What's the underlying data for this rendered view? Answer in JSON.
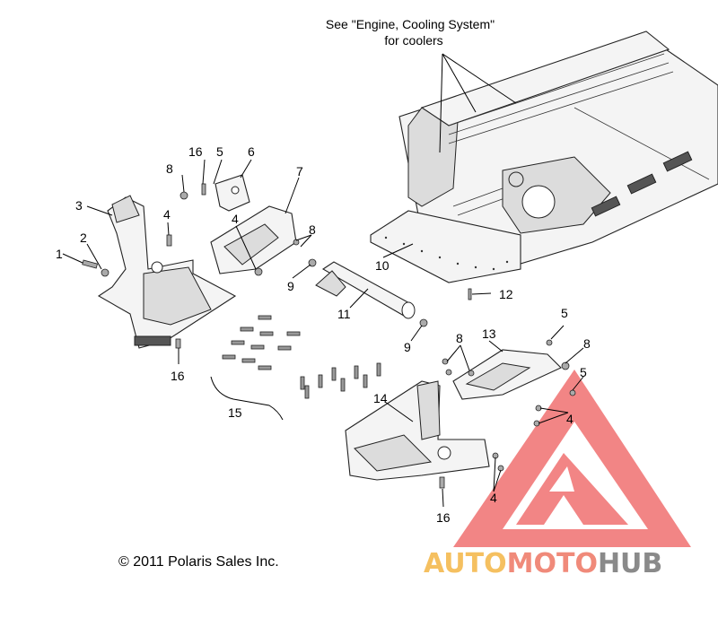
{
  "note": {
    "line1": "See \"Engine, Cooling System\"",
    "line2": "for coolers"
  },
  "callouts": {
    "c1": "1",
    "c2": "2",
    "c3": "3",
    "c4a": "4",
    "c4b": "4",
    "c4c": "4",
    "c4d": "4",
    "c5a": "5",
    "c5b": "5",
    "c5c": "5",
    "c6": "6",
    "c7": "7",
    "c8a": "8",
    "c8b": "8",
    "c8c": "8",
    "c8d": "8",
    "c9a": "9",
    "c9b": "9",
    "c10": "10",
    "c11": "11",
    "c12": "12",
    "c13": "13",
    "c14": "14",
    "c15": "15",
    "c16a": "16",
    "c16b": "16",
    "c16c": "16"
  },
  "copyright": "© 2011 Polaris Sales Inc.",
  "watermark": {
    "part1": "AUTO",
    "part2": "MOTO",
    "part3": "HUB",
    "color1": "#f5c060",
    "color2": "#f08a7a",
    "color3": "#8a8a8a",
    "logo_color": "#f07070"
  }
}
